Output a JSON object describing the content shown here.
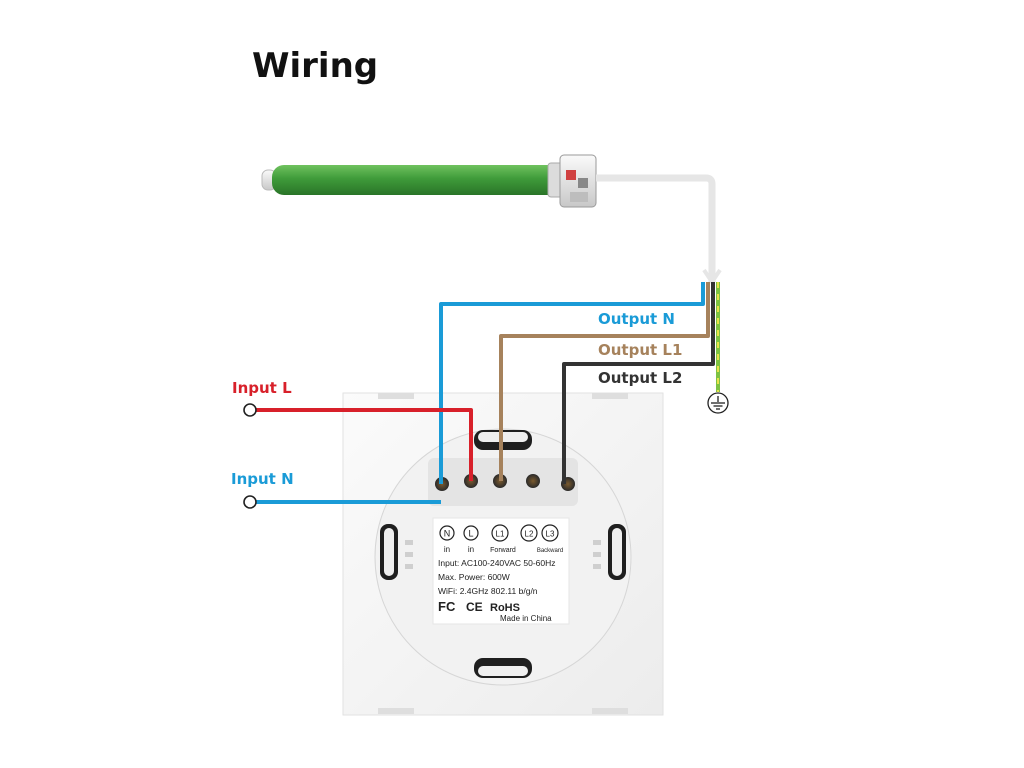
{
  "title": "Wiring",
  "labels": {
    "output_n": "Output N",
    "output_l1": "Output L1",
    "output_l2": "Output L2",
    "input_l": "Input L",
    "input_n": "Input N"
  },
  "terminals": [
    {
      "id": "N",
      "sub": "in"
    },
    {
      "id": "L",
      "sub": "in"
    },
    {
      "id": "L1",
      "sub": "Forward"
    },
    {
      "id": "L2",
      "sub": ""
    },
    {
      "id": "L3",
      "sub": "Backward"
    }
  ],
  "plate": {
    "input": "Input: AC100-240VAC 50-60Hz",
    "power": "Max. Power: 600W",
    "wifi": "WiFi: 2.4GHz 802.11 b/g/n",
    "fc": "FC",
    "ce": "CE",
    "rohs": "RoHS",
    "made_in": "Made in China"
  },
  "colors": {
    "neutral": "#1a9bd7",
    "live": "#d8202a",
    "output_l1": "#a6825c",
    "output_l2": "#333333",
    "earth_green": "#7dc242",
    "earth_yellow": "#e8e24a",
    "motor": "#3f9b3a"
  },
  "icons": [
    "earth-ground-icon"
  ]
}
